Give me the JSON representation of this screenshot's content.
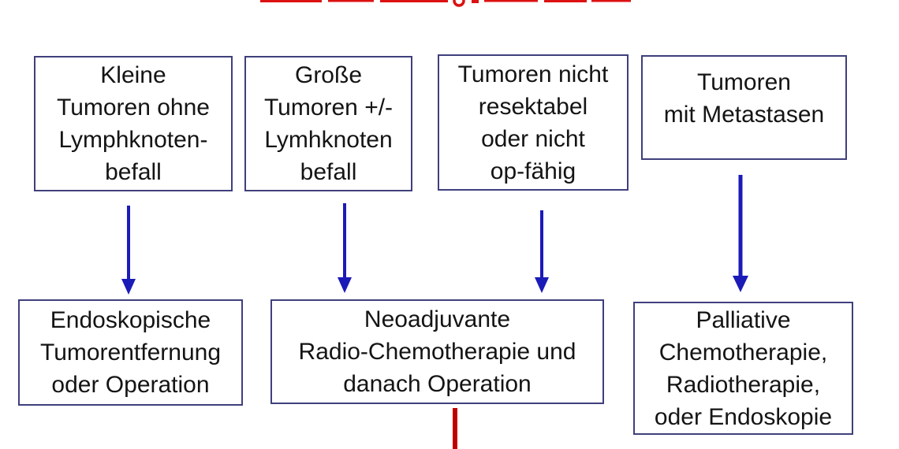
{
  "diagram": {
    "kind": "treatment-flowchart",
    "language": "de",
    "cutoff_title": {
      "visible": true,
      "note_color": "#cc1111"
    },
    "top_boxes": [
      {
        "id": "kleine-tumoren",
        "text": "Kleine\nTumoren ohne\nLymphknoten-\nbefall"
      },
      {
        "id": "grosse-tumoren",
        "text": "Große\nTumoren +/-\nLymhknoten\nbefall"
      },
      {
        "id": "nicht-resektabel",
        "text": "Tumoren nicht\nresektabel\noder nicht\nop-fähig"
      },
      {
        "id": "metastasen",
        "text": "Tumoren\nmit Metastasen"
      }
    ],
    "bottom_boxes": [
      {
        "id": "endoskopische",
        "text": "Endoskopische\nTumorentfernung\noder Operation"
      },
      {
        "id": "neoadjuvante",
        "text": "Neoadjuvante\nRadio-Chemotherapie und\ndanach Operation"
      },
      {
        "id": "palliative",
        "text": "Palliative\nChemotherapie,\nRadiotherapie,\noder Endoskopie"
      }
    ],
    "colors": {
      "arrow_blue": "#1b1bb7",
      "continuation_red": "#c00000",
      "box_border": "#3f3f7d",
      "title_red": "#dd1111",
      "text": "#141414",
      "background": "#ffffff"
    }
  }
}
